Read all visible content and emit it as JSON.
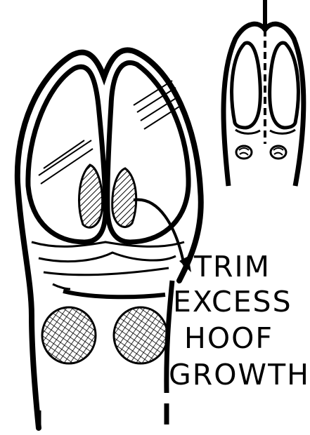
{
  "callout": {
    "lines": [
      "TRIM",
      "EXCESS",
      "HOOF",
      "GROWTH"
    ]
  },
  "colors": {
    "ink": "#000000",
    "paper": "#ffffff"
  }
}
